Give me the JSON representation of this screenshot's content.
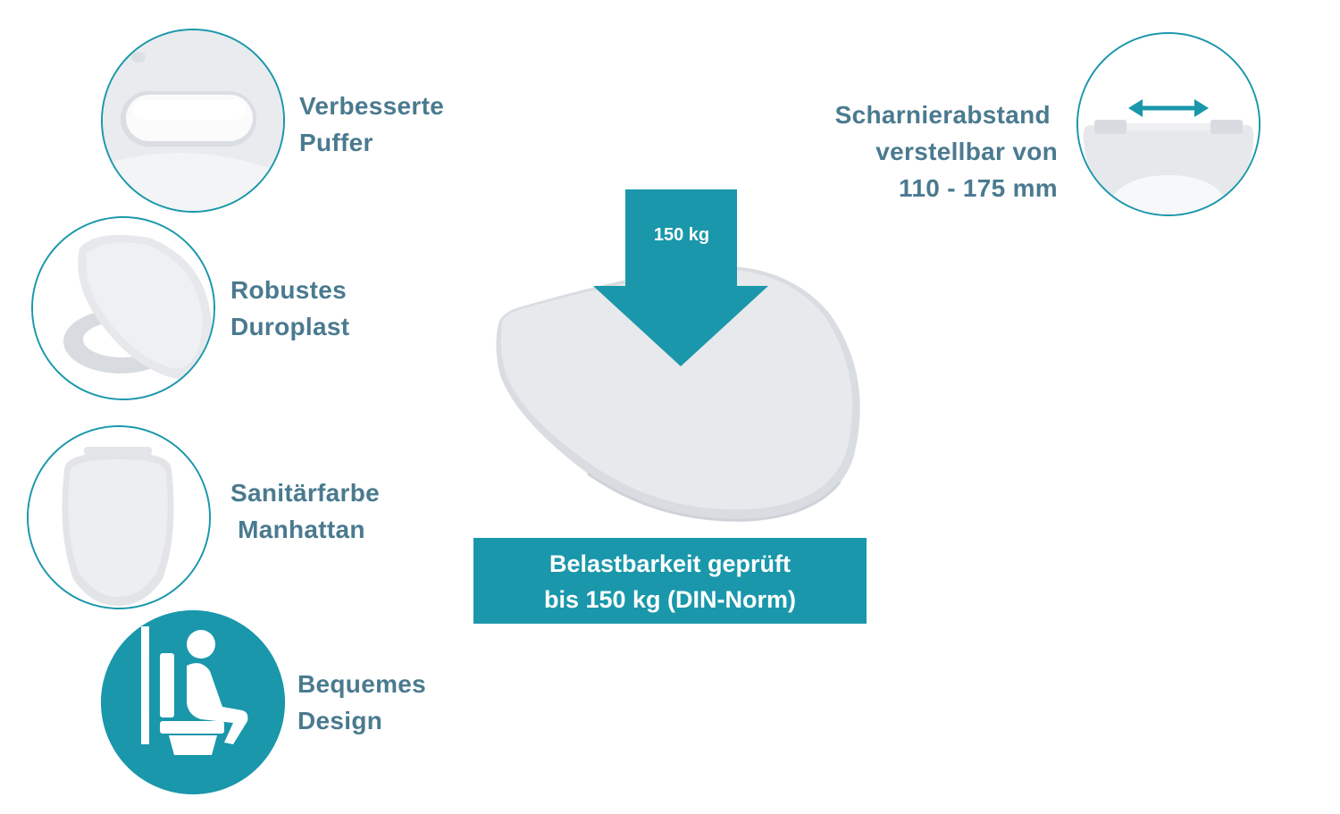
{
  "features": [
    {
      "lines": [
        "Verbesserte",
        "Puffer"
      ],
      "icon": "buffer-closeup-image"
    },
    {
      "lines": [
        "Robustes",
        "Duroplast"
      ],
      "icon": "toilet-seat-open-image"
    },
    {
      "lines": [
        "Sanitärfarbe",
        " Manhattan"
      ],
      "icon": "toilet-seat-closed-image"
    },
    {
      "lines": [
        "Bequemes",
        "Design"
      ],
      "icon": "sitting-person-icon"
    }
  ],
  "hinge": {
    "lines": [
      "Scharnierabstand ",
      "verstellbar von",
      "110 - 175 mm"
    ],
    "icon": "hinge-adjust-image"
  },
  "load": {
    "arrow_label": "150 kg",
    "banner_lines": [
      "Belastbarkeit geprüft",
      "bis 150 kg (DIN-Norm)"
    ]
  },
  "colors": {
    "accent": "#1a97ab",
    "text": "#4a7a8f",
    "seat": "#e4e6ea"
  }
}
